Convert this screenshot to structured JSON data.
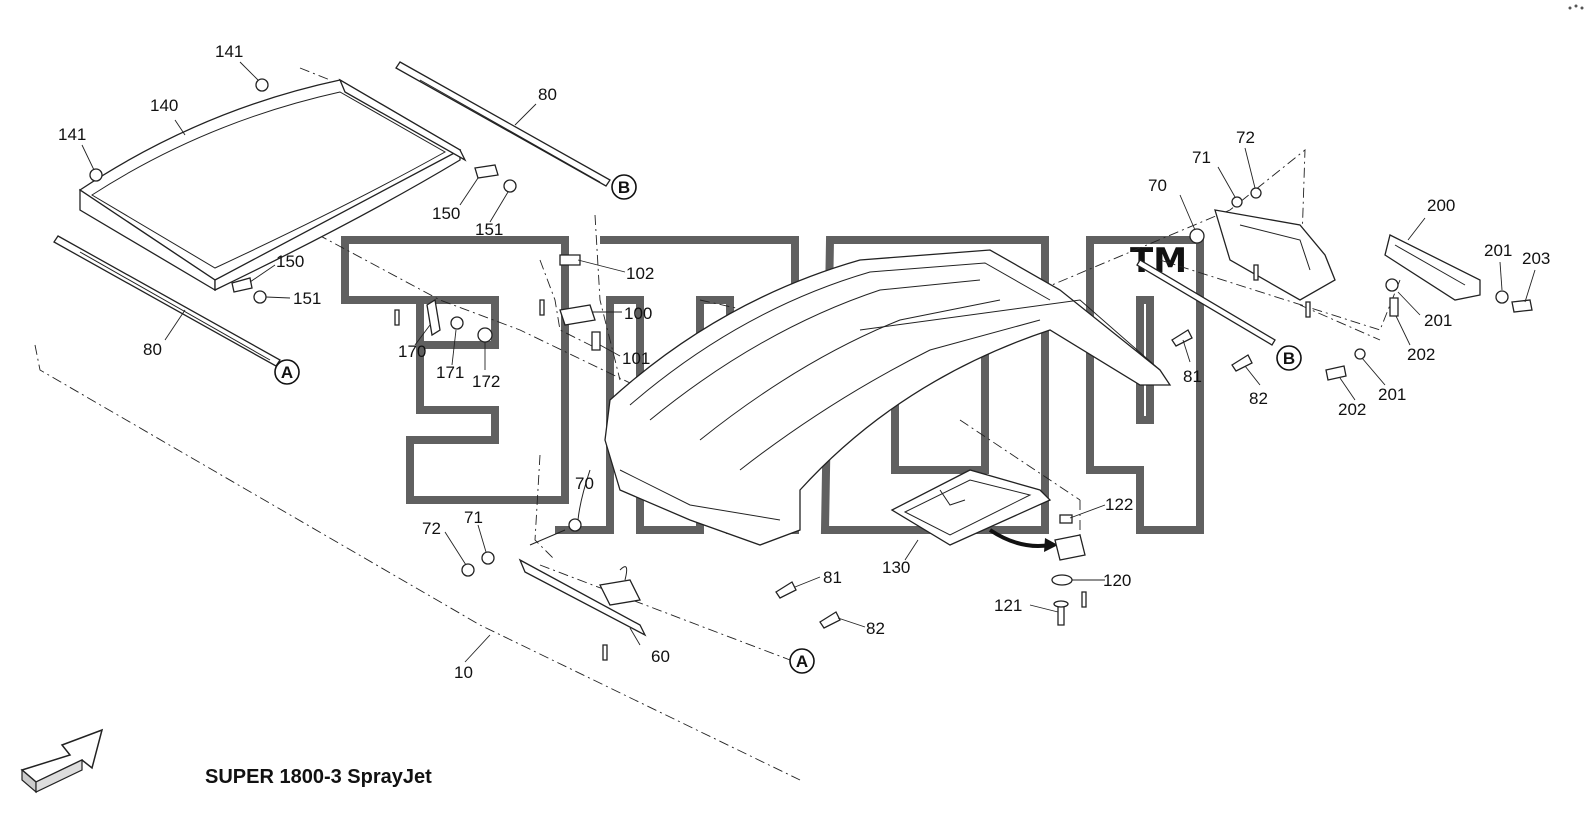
{
  "title": "SUPER 1800-3 SprayJet",
  "watermark": "TM",
  "callouts": {
    "c10": "10",
    "c60": "60",
    "c70a": "70",
    "c70b": "70",
    "c71a": "71",
    "c71b": "71",
    "c72a": "72",
    "c72b": "72",
    "c80a": "80",
    "c80b": "80",
    "c81a": "81",
    "c81b": "81",
    "c82a": "82",
    "c82b": "82",
    "c100": "100",
    "c101": "101",
    "c102": "102",
    "c120": "120",
    "c121": "121",
    "c122": "122",
    "c130": "130",
    "c140": "140",
    "c141a": "141",
    "c141b": "141",
    "c150a": "150",
    "c150b": "150",
    "c151a": "151",
    "c151b": "151",
    "c170": "170",
    "c171": "171",
    "c172": "172",
    "c200": "200",
    "c201a": "201",
    "c201b": "201",
    "c201c": "201",
    "c202a": "202",
    "c202b": "202",
    "c203": "203"
  },
  "connectors": {
    "a_top": "A",
    "a_bottom": "A",
    "b_top": "B",
    "b_right": "B"
  },
  "colors": {
    "line": "#222222",
    "background": "#ffffff",
    "watermark": "#444444"
  }
}
